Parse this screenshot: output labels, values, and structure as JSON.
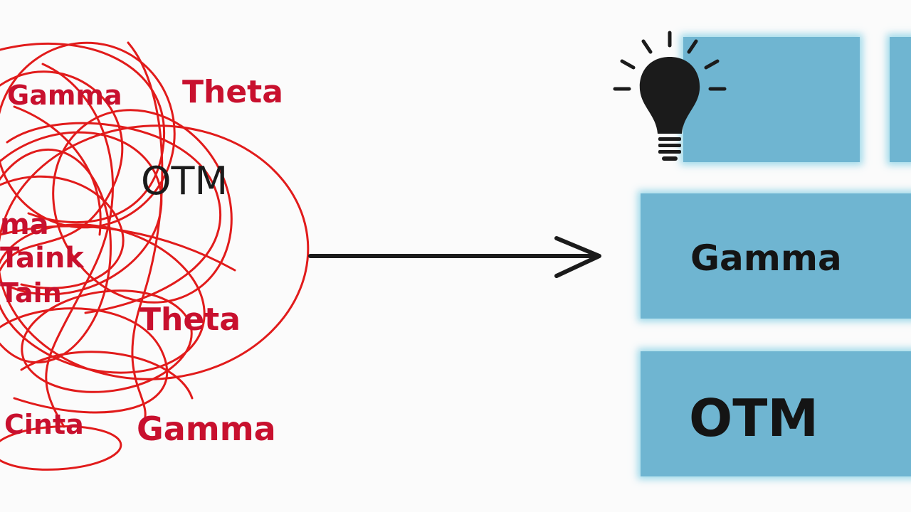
{
  "left_cluster": {
    "labels": [
      {
        "id": "gamma-top",
        "text": "Gamma"
      },
      {
        "id": "theta-top",
        "text": "Theta"
      },
      {
        "id": "otm-mid",
        "text": "OTM"
      },
      {
        "id": "garbled-1",
        "text": "ma"
      },
      {
        "id": "garbled-2",
        "text": "Taink"
      },
      {
        "id": "garbled-3",
        "text": "Tain"
      },
      {
        "id": "theta-mid",
        "text": "Theta"
      },
      {
        "id": "garbled-bottom",
        "text": "Cinta"
      },
      {
        "id": "gamma-bottom",
        "text": "Gamma"
      }
    ]
  },
  "right_panel": {
    "boxes": [
      {
        "id": "box-top",
        "text": ""
      },
      {
        "id": "box-top-right",
        "text": ""
      },
      {
        "id": "box-gamma",
        "text": "Gamma"
      },
      {
        "id": "box-otm",
        "text": "OTM"
      }
    ]
  },
  "colors": {
    "scribble": "#e01010",
    "red_text": "#c8102e",
    "box_fill": "#6fb5d1",
    "arrow": "#1b1b1b",
    "bulb": "#1b1b1b"
  },
  "icons": {
    "bulb": "lightbulb-icon",
    "arrow": "arrow-right-icon"
  }
}
